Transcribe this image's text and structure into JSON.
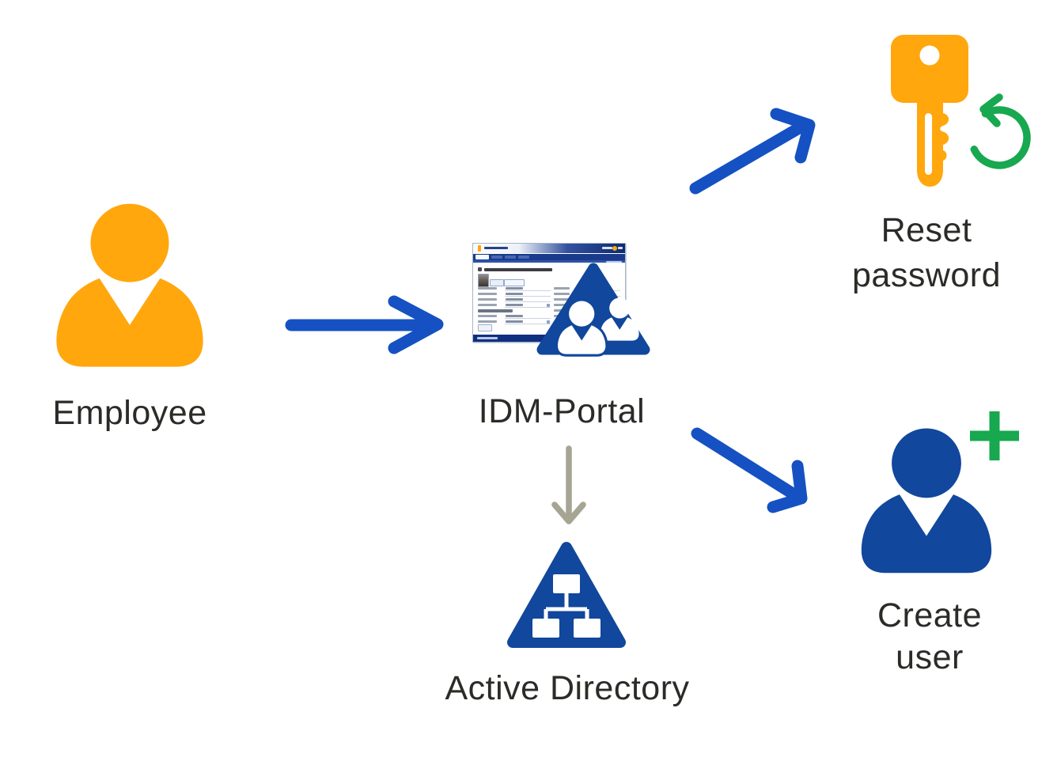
{
  "diagram": {
    "type": "flow-diagram",
    "background": "#FFFFFF",
    "nodes": {
      "employee": {
        "label": "Employee",
        "icon": "person-icon",
        "icon_color": "#FFA70D"
      },
      "idm_portal": {
        "label": "IDM-Portal",
        "icon": "portal-screenshot-users-triangle-icon",
        "icon_color": "#11479C"
      },
      "active_directory": {
        "label": "Active Directory",
        "icon": "org-chart-triangle-icon",
        "icon_color": "#11479C"
      },
      "reset_password": {
        "label": "Reset password",
        "label_lines": [
          "Reset",
          "password"
        ],
        "icon": "key-refresh-icon",
        "icon_colors": {
          "key": "#FFA70D",
          "refresh_arrow": "#17A850"
        }
      },
      "create_user": {
        "label": "Create user",
        "label_lines": [
          "Create",
          "user"
        ],
        "icon": "person-plus-icon",
        "icon_colors": {
          "person": "#11479C",
          "plus": "#17A850"
        }
      }
    },
    "edges": [
      {
        "from": "Employee",
        "to": "IDM-Portal",
        "color": "#1551C2",
        "style": "thick-round-arrow"
      },
      {
        "from": "IDM-Portal",
        "to": "Reset password",
        "color": "#1551C2",
        "style": "thick-round-arrow"
      },
      {
        "from": "IDM-Portal",
        "to": "Create user",
        "color": "#1551C2",
        "style": "thick-round-arrow"
      },
      {
        "from": "IDM-Portal",
        "to": "Active Directory",
        "color": "#A6A493",
        "style": "thin-open-arrow"
      }
    ],
    "colors": {
      "arrow_blue": "#1551C2",
      "icon_navy": "#11479C",
      "accent_orange": "#FFA70D",
      "accent_green": "#17A850",
      "arrow_gray": "#A6A493",
      "label_text": "#2B2B28"
    }
  }
}
